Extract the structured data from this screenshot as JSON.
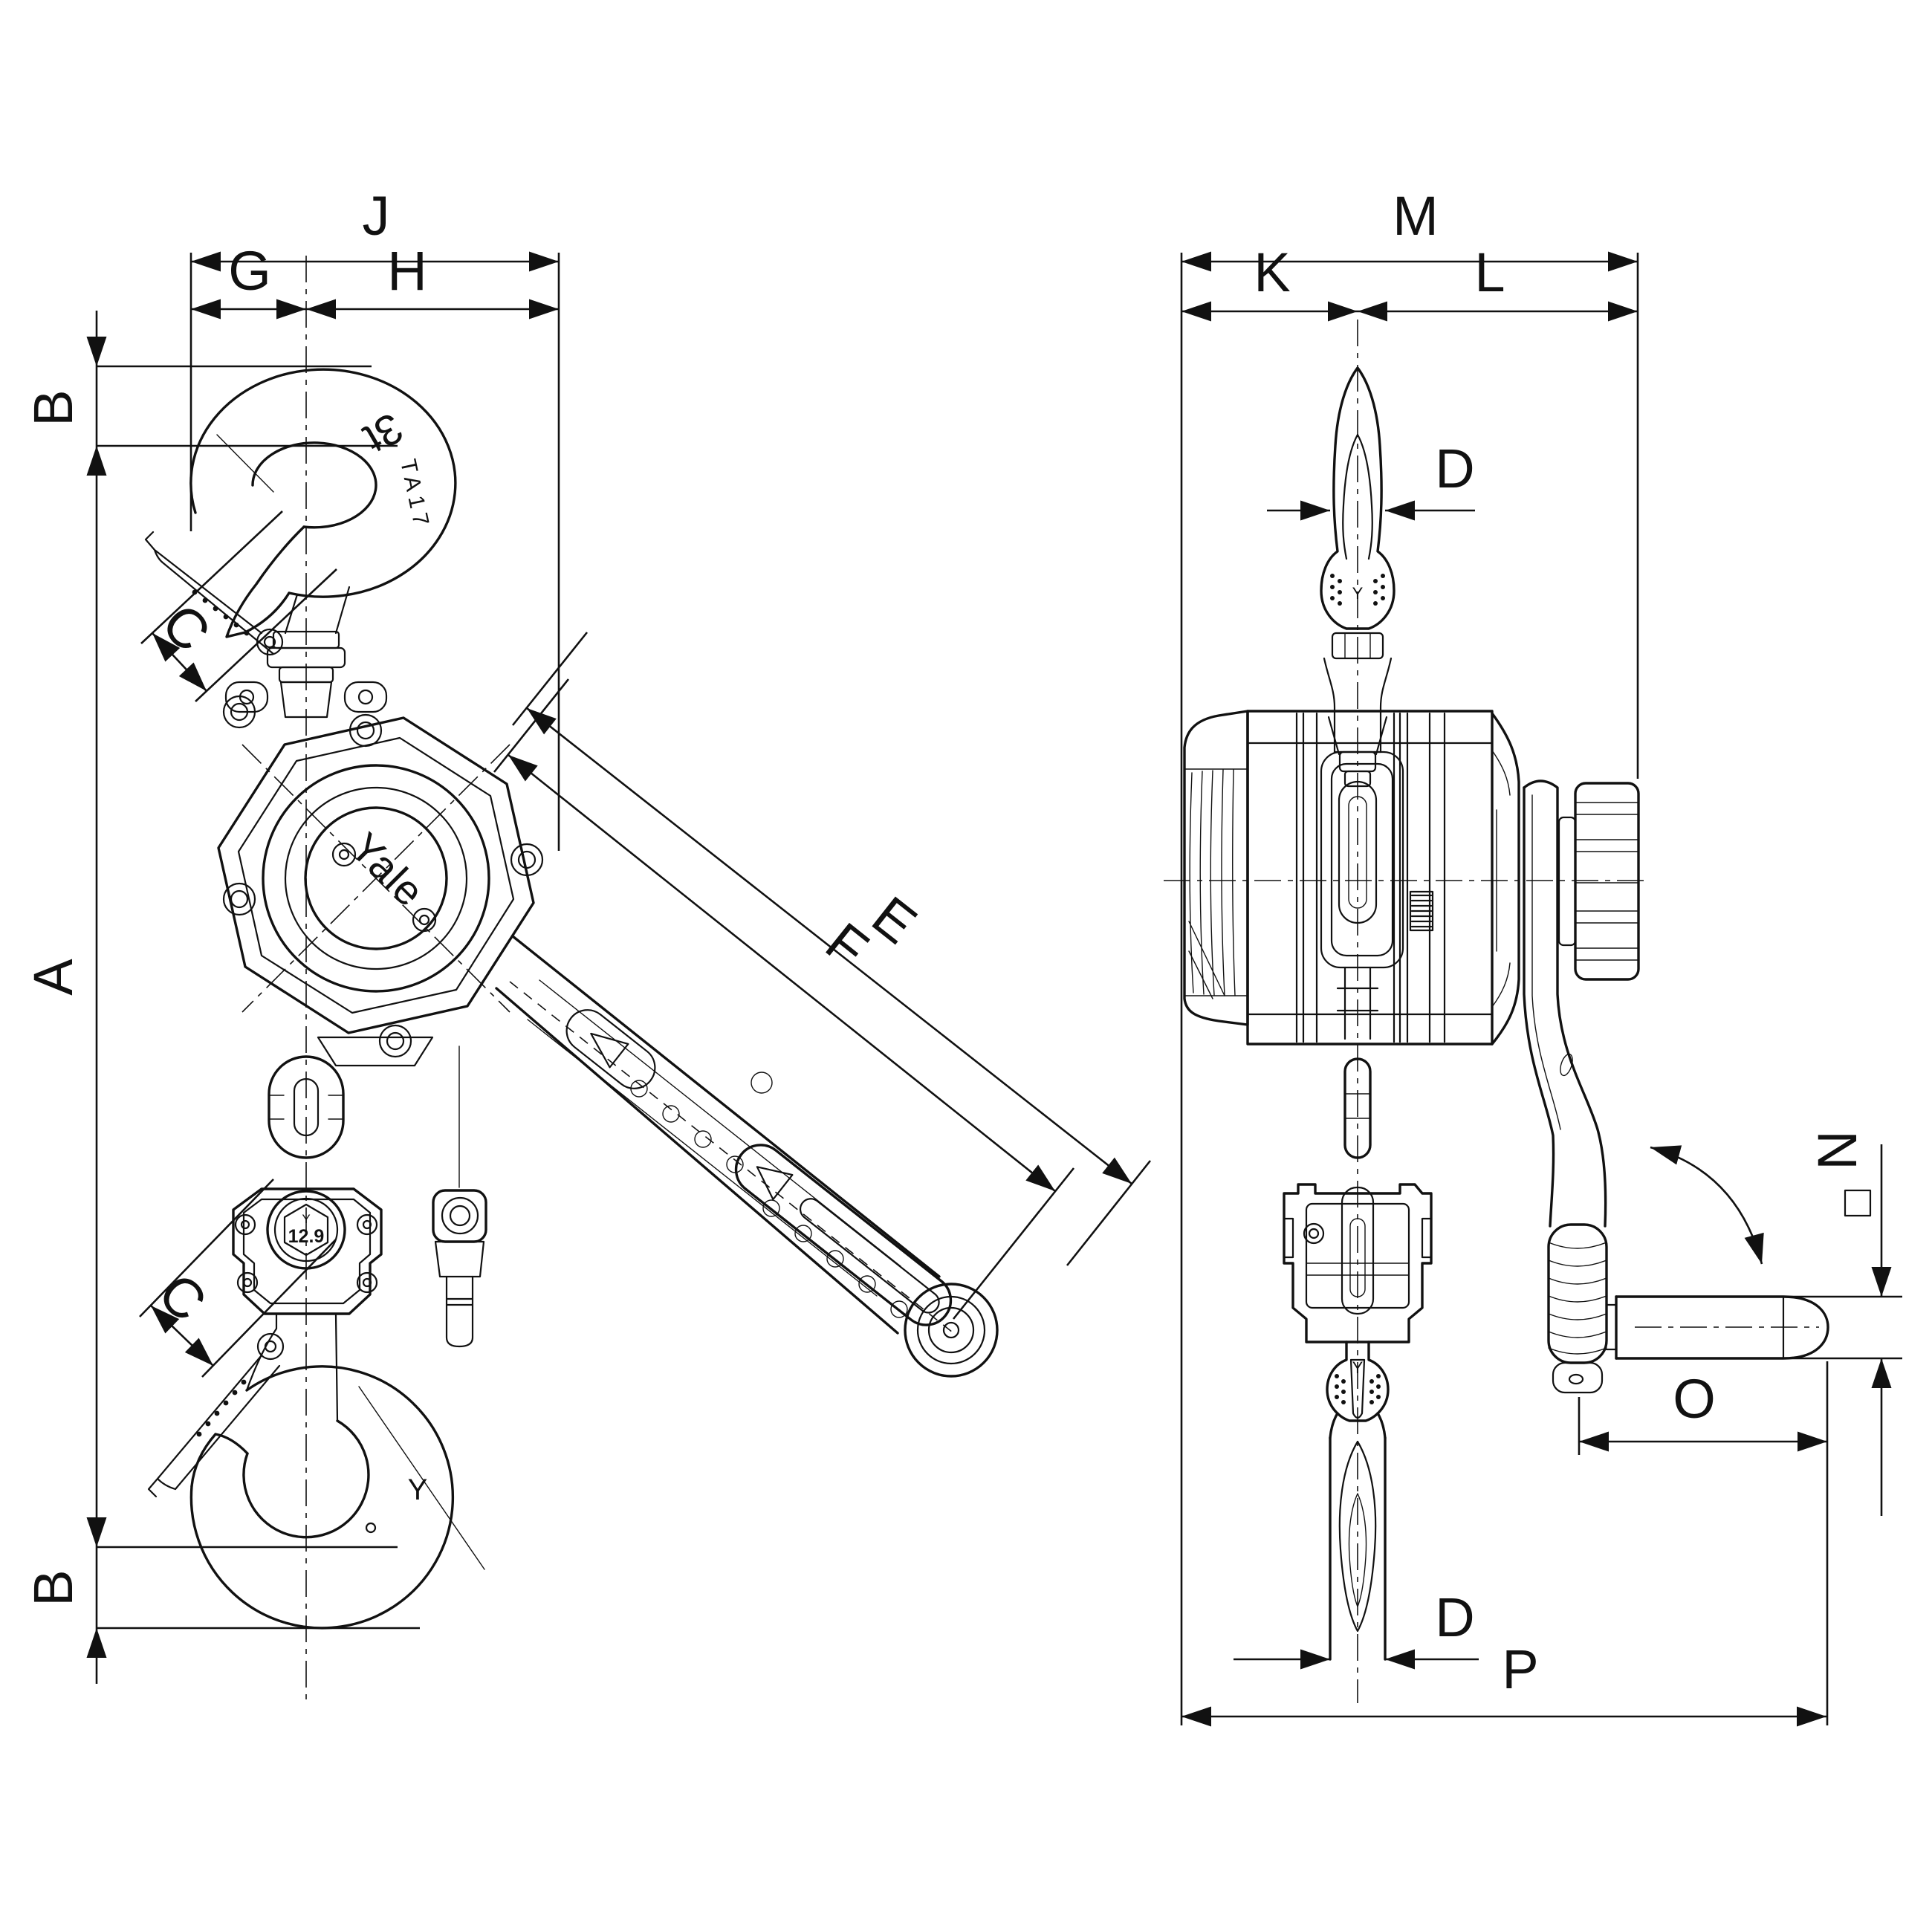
{
  "drawing": {
    "kind": "technical dimensional drawing",
    "subject": "Yale ratchet lever hoist, front and side orthographic views",
    "background": "#ffffff",
    "line_color": "#111111",
    "views": {
      "front": "front view with hooks, housing and hand lever",
      "side": "side view with handwheel, grip and chain"
    }
  },
  "dims": {
    "A": "A",
    "B": "B",
    "C": "C",
    "D": "D",
    "E": "E",
    "F": "F",
    "G": "G",
    "H": "H",
    "J": "J",
    "K": "K",
    "L": "L",
    "M": "M",
    "N": "N",
    "O": "O",
    "P": "P"
  },
  "annotations": {
    "capacity": "3t",
    "hook_code": "TA17",
    "brand": "Yale",
    "bolt_grade": "12.9",
    "yale_mark": "Y"
  }
}
